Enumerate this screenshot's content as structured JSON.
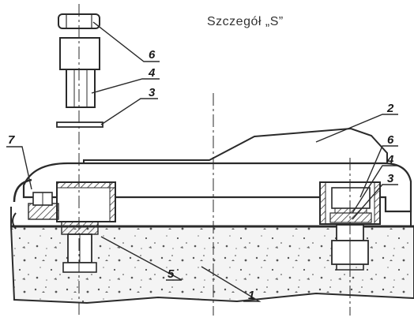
{
  "title": "Szczegół „S”",
  "callouts": [
    {
      "id": "c6a",
      "text": "6"
    },
    {
      "id": "c4a",
      "text": "4"
    },
    {
      "id": "c3a",
      "text": "3"
    },
    {
      "id": "c2",
      "text": "2"
    },
    {
      "id": "c6b",
      "text": "6"
    },
    {
      "id": "c4b",
      "text": "4"
    },
    {
      "id": "c3b",
      "text": "3"
    },
    {
      "id": "c7",
      "text": "7"
    },
    {
      "id": "c5",
      "text": "5"
    },
    {
      "id": "c1",
      "text": "1"
    }
  ],
  "colors": {
    "ink": "#2a2a2a",
    "hatch": "#3a3a3a",
    "paper": "#ffffff"
  }
}
